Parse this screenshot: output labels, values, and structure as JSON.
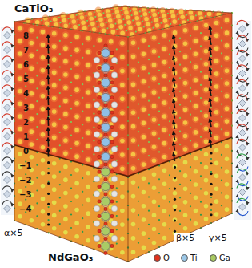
{
  "diagram": {
    "labels": [
      "CaTiO₃",
      "8",
      "7",
      "6",
      "5",
      "4",
      "3",
      "2",
      "1",
      "0",
      "−1",
      "−2",
      "−3",
      "−4",
      "NdGaO₃",
      "α×5",
      "β×5",
      "γ×5"
    ],
    "legend": [
      {
        "text": "O",
        "color": "#e0321e"
      },
      {
        "text": "Ti",
        "color": "#9cc8e8"
      },
      {
        "text": "Ga",
        "color": "#a8c860"
      }
    ]
  }
}
